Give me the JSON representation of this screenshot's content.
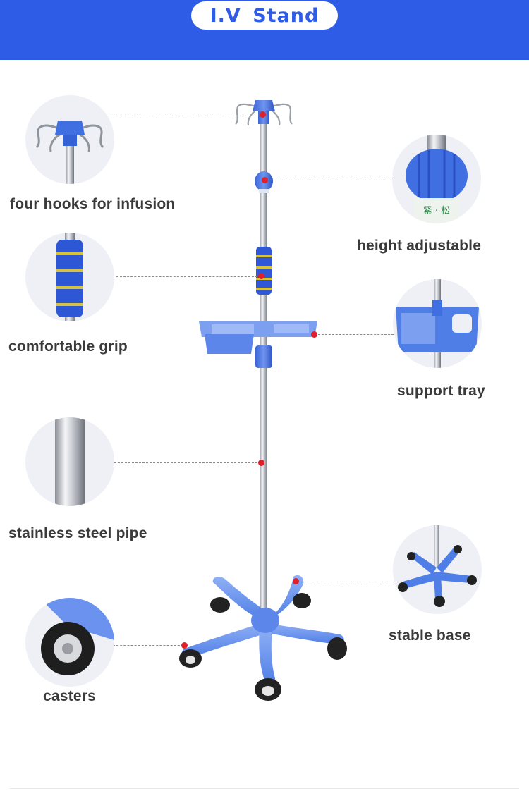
{
  "header": {
    "title": "I.V  Stand",
    "background_color": "#2f5ce6"
  },
  "features": {
    "hooks": {
      "label": "four hooks for infusion",
      "icon": "hooks-icon"
    },
    "height": {
      "label": "height adjustable",
      "icon": "height-knob-icon"
    },
    "grip": {
      "label": "comfortable  grip",
      "icon": "foam-grip-icon"
    },
    "tray": {
      "label": "support tray",
      "icon": "tray-icon"
    },
    "pipe": {
      "label": "stainless steel pipe",
      "icon": "steel-pipe-icon"
    },
    "base": {
      "label": "stable base",
      "icon": "five-star-base-icon"
    },
    "casters": {
      "label": "casters",
      "icon": "caster-wheel-icon"
    }
  },
  "knob_text": "紧 · 松",
  "colors": {
    "accent_blue": "#3f6fe0",
    "marker_red": "#e0202a",
    "steel": "#b9bcc4"
  }
}
